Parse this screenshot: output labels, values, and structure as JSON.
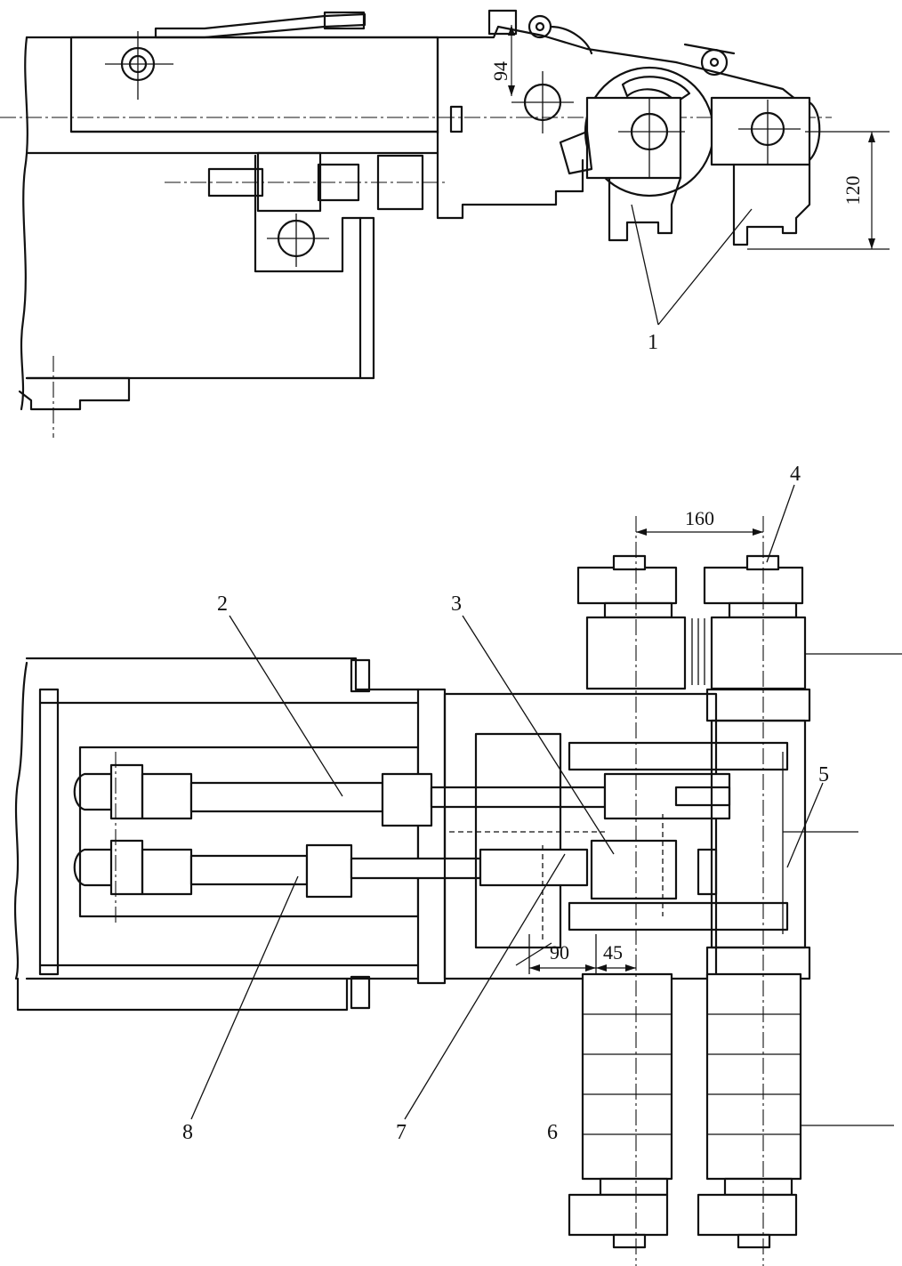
{
  "labels": {
    "part_1": "1",
    "part_2": "2",
    "part_3": "3",
    "part_4": "4",
    "part_5": "5",
    "part_6": "6",
    "part_7": "7",
    "part_8": "8"
  },
  "dimensions": {
    "d94": "94",
    "d120": "120",
    "d160": "160",
    "d90": "90",
    "d45": "45"
  }
}
